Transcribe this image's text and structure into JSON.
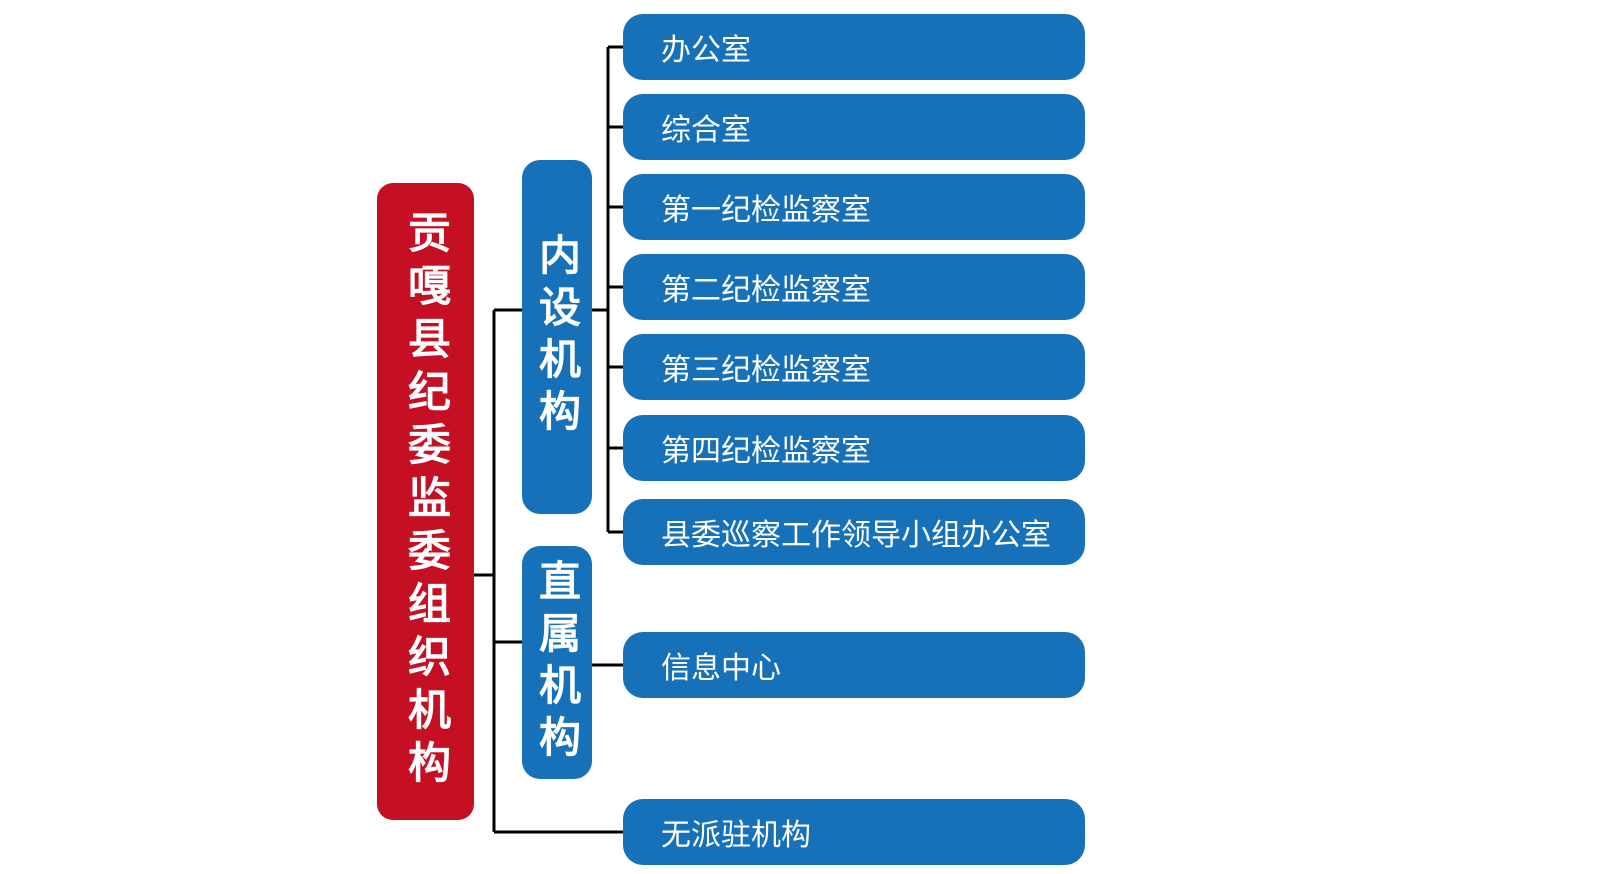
{
  "root_title": "贡嘎县纪委监委组织机构",
  "categories": {
    "internal": "内设机构",
    "direct": "直属机构"
  },
  "internal_items": [
    "办公室",
    "综合室",
    "第一纪检监察室",
    "第二纪检监察室",
    "第三纪检监察室",
    "第四纪检监察室",
    "县委巡察工作领导小组办公室"
  ],
  "direct_items": [
    "信息中心"
  ],
  "dispatched_item": "无派驻机构",
  "colors": {
    "root": "#c50f22",
    "nodes": "#1671b9",
    "connectors": "#000000"
  }
}
